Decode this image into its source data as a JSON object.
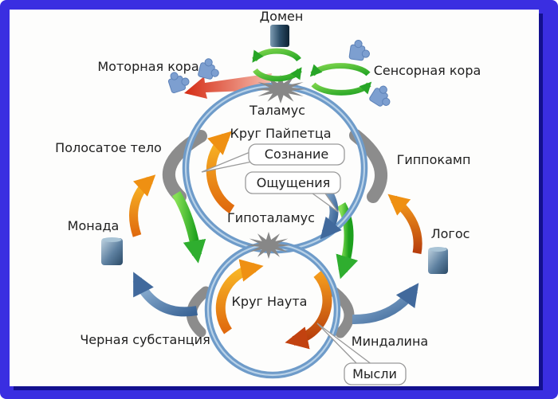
{
  "frame": {
    "border_color": "#3a2ee1",
    "shadow_color": "#13108f",
    "panel_color": "#fdfdfc"
  },
  "nodes": {
    "domain": "Домен",
    "motor_cortex": "Моторная кора",
    "sensory_cortex": "Сенсорная кора",
    "thalamus": "Таламус",
    "papez_circuit": "Круг Пайпетца",
    "striatum": "Полосатое тело",
    "hippocampus": "Гиппокамп",
    "hypothalamus": "Гипоталамус",
    "monad": "Монада",
    "logos": "Логос",
    "substantia_nigra": "Черная субстанция",
    "amygdala": "Миндалина",
    "nauta_circuit": "Круг Наута"
  },
  "callouts": {
    "consciousness": "Сознание",
    "sensations": "Ощущения",
    "thoughts": "Мысли"
  },
  "icons": {
    "starburst": "starburst-icon",
    "recycle_loop": "recycle-loop-icon",
    "puzzle": "puzzle-icon",
    "cylinder": "cylinder-icon"
  },
  "colors": {
    "ring_blue": "#6e9bc9",
    "green_arrow": "#2fae2f",
    "orange_arrow": "#f09718",
    "dark_orange_arrow": "#c24210",
    "blue_arrow": "#4a7ab5",
    "gray_shape": "#8c8c8c",
    "red_arrow": "#d52c14",
    "puzzle_blue": "#7d9fd0",
    "text": "#212121"
  }
}
